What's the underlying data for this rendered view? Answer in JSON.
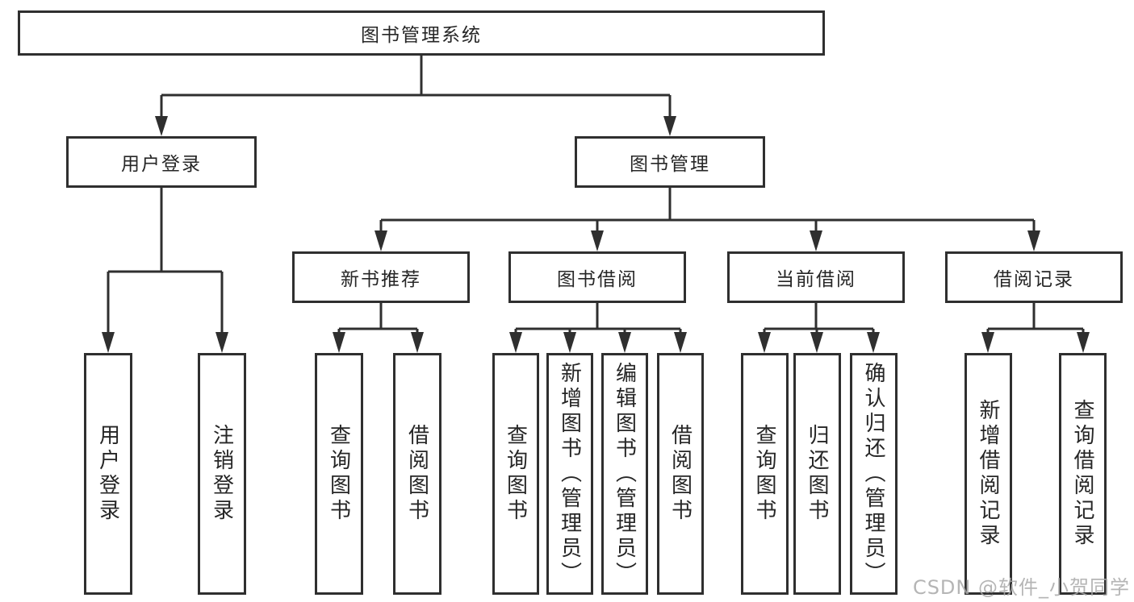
{
  "colors": {
    "line": "#2f2f2f",
    "text": "#262626",
    "background": "#ffffff",
    "watermark": "#a9a9a9"
  },
  "diagram": {
    "root": {
      "label": "图书管理系统"
    },
    "branches": [
      {
        "label": "用户登录",
        "children": [
          {
            "label": "用户登录"
          },
          {
            "label": "注销登录"
          }
        ]
      },
      {
        "label": "图书管理",
        "children": [
          {
            "label": "新书推荐",
            "children": [
              {
                "label": "查询图书"
              },
              {
                "label": "借阅图书"
              }
            ]
          },
          {
            "label": "图书借阅",
            "children": [
              {
                "label": "查询图书"
              },
              {
                "label": "新增图书（管理员）"
              },
              {
                "label": "编辑图书（管理员）"
              },
              {
                "label": "借阅图书"
              }
            ]
          },
          {
            "label": "当前借阅",
            "children": [
              {
                "label": "查询图书"
              },
              {
                "label": "归还图书"
              },
              {
                "label": "确认归还（管理员）"
              }
            ]
          },
          {
            "label": "借阅记录",
            "children": [
              {
                "label": "新增借阅记录"
              },
              {
                "label": "查询借阅记录"
              }
            ]
          }
        ]
      }
    ]
  },
  "watermark": {
    "text": "CSDN @软件_小贺同学"
  }
}
